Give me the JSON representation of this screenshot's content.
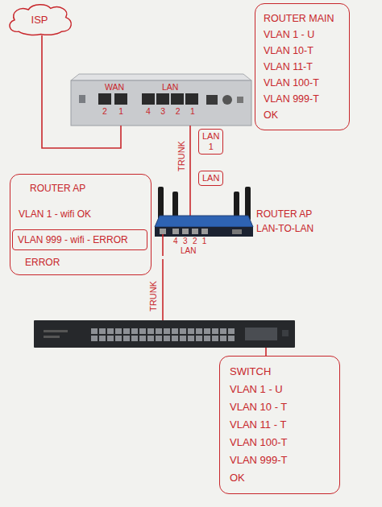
{
  "diagram": {
    "nodes": [
      {
        "text": [
          "ISP"
        ]
      },
      {
        "text": [
          "ROUTER MAIN",
          "VLAN 1 - U",
          "VLAN 10-T",
          "VLAN 11-T",
          "VLAN 100-T",
          "VLAN 999-T",
          "OK"
        ]
      },
      {
        "text": [
          "WAN",
          "2 1",
          "LAN",
          "4 3 2 1"
        ]
      },
      {
        "text": [
          "LAN 1"
        ]
      },
      {
        "text": [
          "ROUTER AP",
          "VLAN 1 - wifi OK",
          "ERROR"
        ]
      },
      {
        "text": [
          "VLAN 999 - wifi - ERROR"
        ],
        "in": 4
      },
      {
        "text": [
          "LAN"
        ]
      },
      {
        "text": [
          "4 3 2 1",
          "LAN"
        ]
      },
      {
        "text": []
      },
      {
        "text": [
          "SWITCH",
          "VLAN 1 - U",
          "VLAN 10 - T",
          "VLAN 11 - T",
          "VLAN 100-T",
          "VLAN 999-T",
          "OK"
        ]
      }
    ],
    "edges": [
      {
        "from": 0,
        "to": 2,
        "arrow": "none"
      },
      {
        "from": 2,
        "to": 7,
        "label": "TRUNK",
        "arrow": "none"
      },
      {
        "from": 7,
        "to": 8,
        "label": "TRUNK",
        "arrow": "none"
      },
      {
        "from": 8,
        "to": 9,
        "arrow": "none"
      }
    ],
    "labels": [
      "ROUTER AP",
      "LAN-TO-LAN"
    ]
  }
}
